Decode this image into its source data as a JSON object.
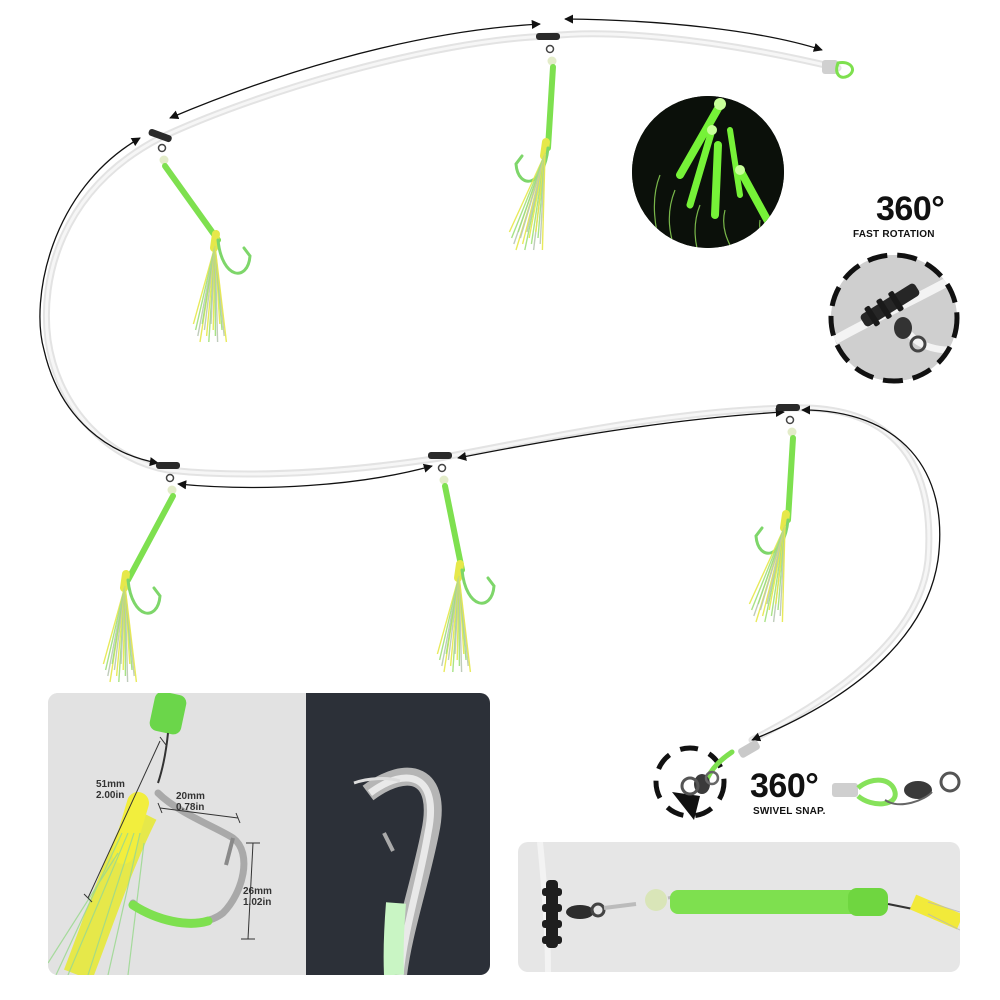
{
  "badges": {
    "rotation": {
      "value": "360°",
      "caption": "FAST ROTATION"
    },
    "snap": {
      "value": "360°",
      "caption": "SWIVEL SNAP."
    }
  },
  "dimensions": {
    "length_mm": "51mm",
    "length_in": "2.00in",
    "gap_mm": "20mm",
    "gap_in": "0.78in",
    "hook_mm": "26mm",
    "hook_in": "1.02in"
  },
  "colors": {
    "glow_green": "#7ee04f",
    "skirt_yellow": "#e6e84a",
    "line": "#d9d9d9",
    "swivel": "#2a2a2a",
    "panel_bg": "#e6e6e6",
    "dark_bg": "#2b2f36"
  }
}
